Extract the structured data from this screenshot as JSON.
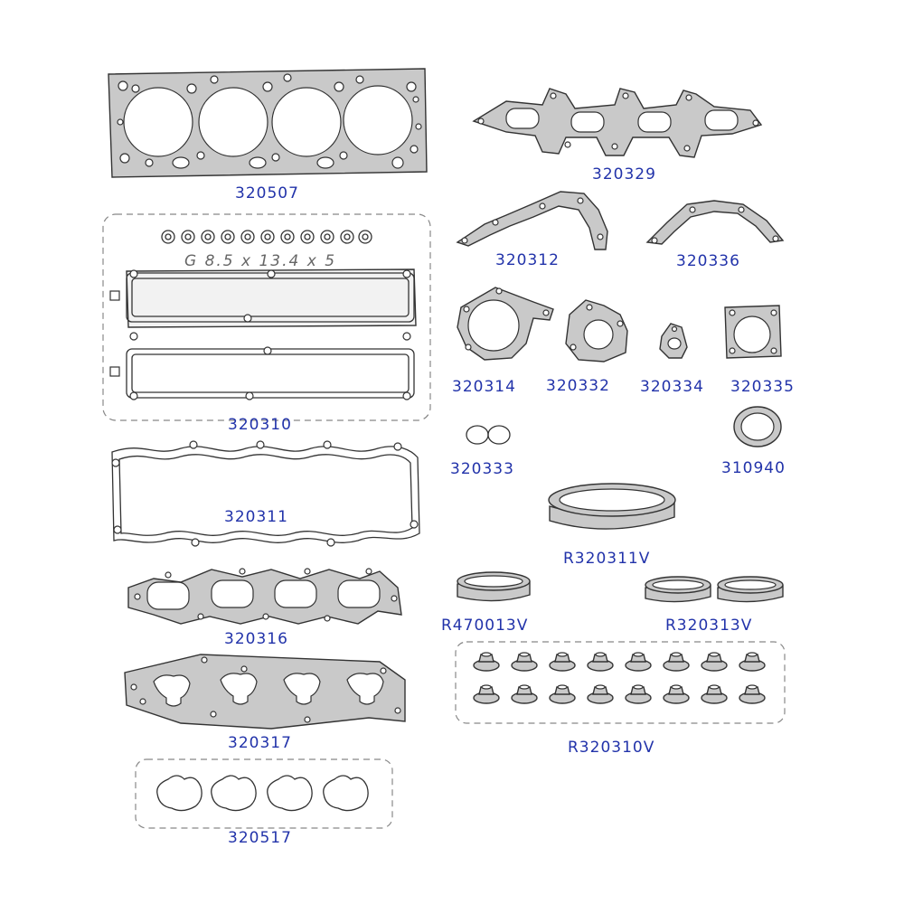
{
  "parts": [
    {
      "id": "head_gasket",
      "label": "320507"
    },
    {
      "id": "valve_cover_set",
      "label": "320310",
      "spec": "G 8.5 x 13.4 x 5"
    },
    {
      "id": "valve_cover_gasket",
      "label": "320311"
    },
    {
      "id": "exhaust_manifold_gasket",
      "label": "320316"
    },
    {
      "id": "intake_manifold_gasket",
      "label": "320317"
    },
    {
      "id": "intake_ports_set",
      "label": "320517"
    },
    {
      "id": "manifold_gasket_top",
      "label": "320329"
    },
    {
      "id": "cover_gasket_left",
      "label": "320312"
    },
    {
      "id": "cover_gasket_right",
      "label": "320336"
    },
    {
      "id": "pump_gasket",
      "label": "320314"
    },
    {
      "id": "flange_gasket",
      "label": "320332"
    },
    {
      "id": "small_gasket",
      "label": "320334"
    },
    {
      "id": "throttle_gasket",
      "label": "320335"
    },
    {
      "id": "double_oring",
      "label": "320333"
    },
    {
      "id": "seal_ring",
      "label": "310940"
    },
    {
      "id": "crank_seal_large",
      "label": "R320311V"
    },
    {
      "id": "crank_seal_left",
      "label": "R470013V"
    },
    {
      "id": "cam_seals",
      "label": "R320313V"
    },
    {
      "id": "valve_stem_seals",
      "label": "R320310V"
    }
  ]
}
